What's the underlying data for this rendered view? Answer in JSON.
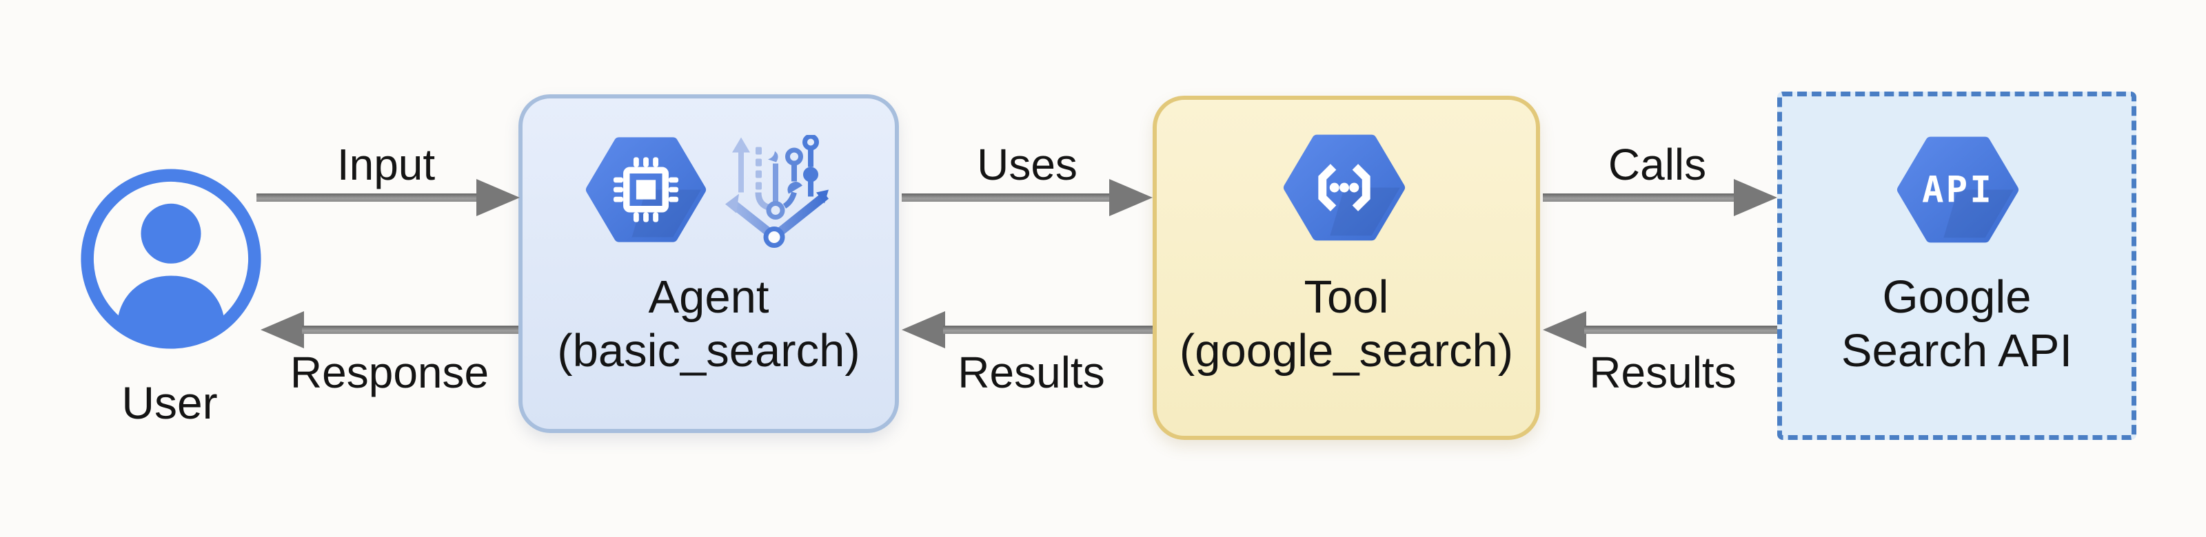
{
  "diagram": {
    "background_color": "#fcfbf9",
    "text_color": "#141414",
    "arrow_color": "#8a8a8a",
    "hexagon_blue": "#4a7de0",
    "nodes": {
      "user": {
        "label": "User",
        "icon": "account-circle-icon",
        "icon_color": "#4a80e8"
      },
      "agent": {
        "title": "Agent",
        "subtitle": "(basic_search)",
        "fill": "#dde7f8",
        "border_color": "#a7bedd",
        "icons": [
          "cpu-chip-hexagon-icon",
          "branching-circuit-icon"
        ]
      },
      "tool": {
        "title": "Tool",
        "subtitle": "(google_search)",
        "fill": "#f9f0ca",
        "border_color": "#e2c87a",
        "icon": "cloud-functions-hexagon-icon"
      },
      "google_search_api": {
        "title": "Google",
        "subtitle": "Search API",
        "fill": "#e0edf9",
        "border_color": "#4a7ec4",
        "icon": "api-hexagon-icon",
        "icon_text": "API"
      }
    },
    "edges": [
      {
        "id": "input",
        "label": "Input",
        "from": "user",
        "to": "agent"
      },
      {
        "id": "response",
        "label": "Response",
        "from": "agent",
        "to": "user"
      },
      {
        "id": "uses",
        "label": "Uses",
        "from": "agent",
        "to": "tool"
      },
      {
        "id": "results1",
        "label": "Results",
        "from": "tool",
        "to": "agent"
      },
      {
        "id": "calls",
        "label": "Calls",
        "from": "tool",
        "to": "google_search_api"
      },
      {
        "id": "results2",
        "label": "Results",
        "from": "google_search_api",
        "to": "tool"
      }
    ]
  }
}
